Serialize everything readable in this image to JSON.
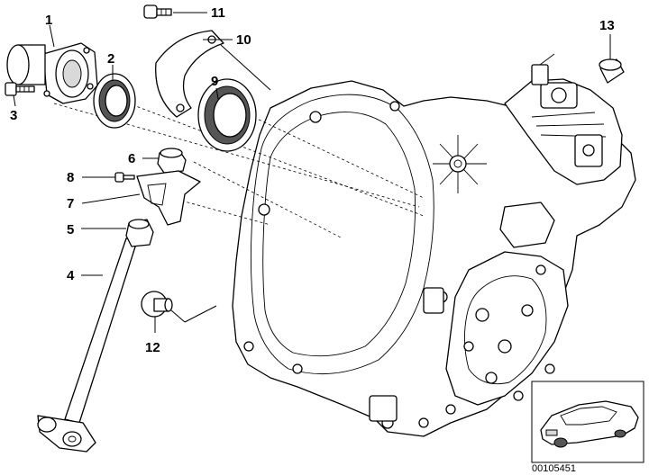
{
  "callouts": [
    {
      "id": "1",
      "label": "1"
    },
    {
      "id": "2",
      "label": "2"
    },
    {
      "id": "3",
      "label": "3"
    },
    {
      "id": "4",
      "label": "4"
    },
    {
      "id": "5",
      "label": "5"
    },
    {
      "id": "6",
      "label": "6"
    },
    {
      "id": "7",
      "label": "7"
    },
    {
      "id": "8",
      "label": "8"
    },
    {
      "id": "9",
      "label": "9"
    },
    {
      "id": "10",
      "label": "10"
    },
    {
      "id": "11",
      "label": "11"
    },
    {
      "id": "12",
      "label": "12"
    },
    {
      "id": "13",
      "label": "13"
    }
  ],
  "diagram_number": "00105451"
}
